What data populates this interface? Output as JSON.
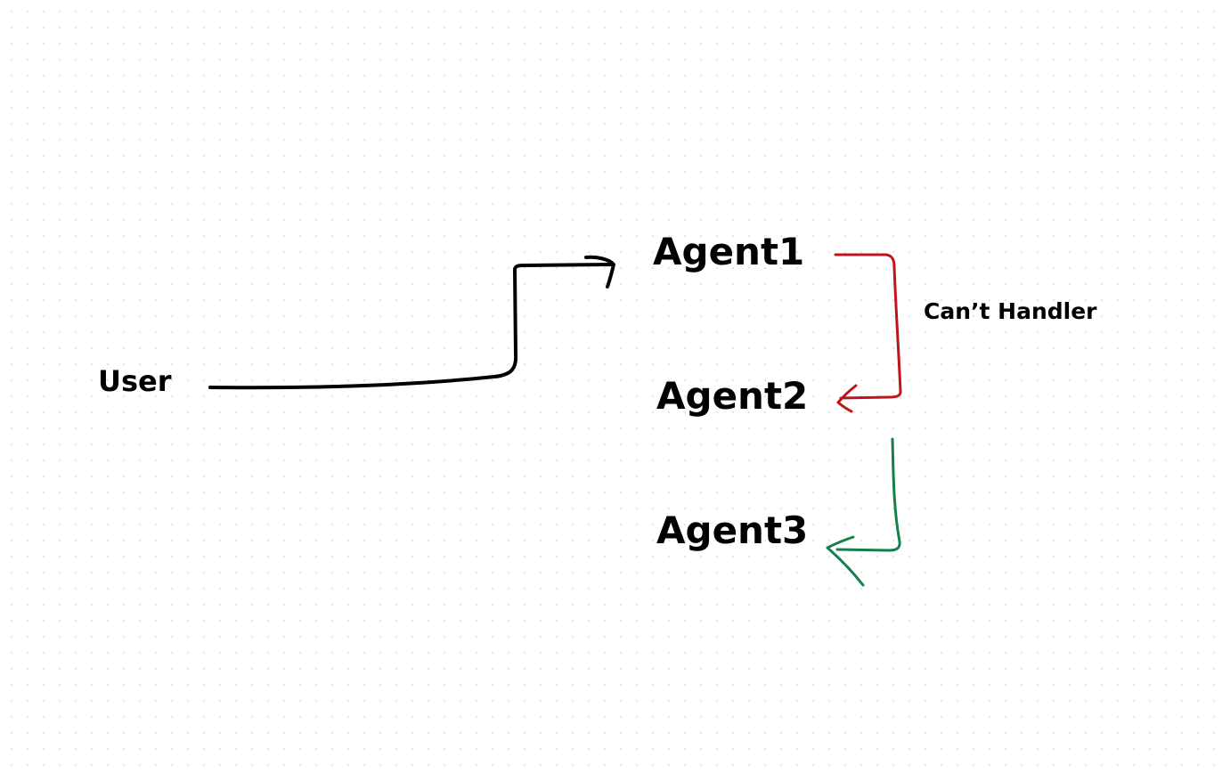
{
  "diagram": {
    "nodes": [
      {
        "id": "user",
        "label": "User"
      },
      {
        "id": "agent1",
        "label": "Agent1"
      },
      {
        "id": "agent2",
        "label": "Agent2"
      },
      {
        "id": "agent3",
        "label": "Agent3"
      }
    ],
    "edges": [
      {
        "from": "user",
        "to": "agent1",
        "label": "",
        "color": "#000000"
      },
      {
        "from": "agent1",
        "to": "agent2",
        "label": "Can’t Handler",
        "color": "#c0141a"
      },
      {
        "from": "agent2",
        "to": "agent3",
        "label": "",
        "color": "#16804a"
      }
    ]
  }
}
